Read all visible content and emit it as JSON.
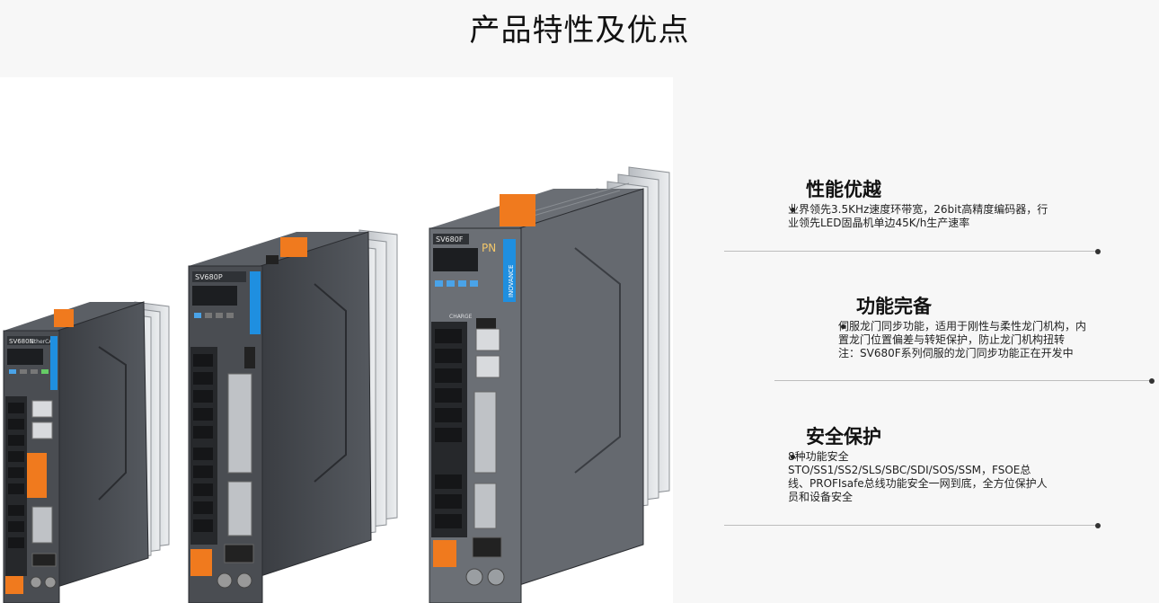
{
  "page": {
    "title": "产品特性及优点"
  },
  "product_labels": {
    "small_brand": "SV680N",
    "small_model": "EtherCAT",
    "mid_brand": "SV680P",
    "large_brand": "SV680F",
    "large_protocol": "PN",
    "vendor": "INOVANCE",
    "charge": "CHARGE"
  },
  "features": [
    {
      "title": "性能优越",
      "bullets": [
        "业界领先3.5KHz速度环带宽，26bit高精度编码器，行\n业领先LED固晶机单边45K/h生产速率"
      ]
    },
    {
      "title": "功能完备",
      "bullets": [
        "伺服龙门同步功能，适用于刚性与柔性龙门机构，内\n置龙门位置偏差与转矩保护，防止龙门机构扭转\n注：SV680F系列伺服的龙门同步功能正在开发中"
      ]
    },
    {
      "title": "安全保护",
      "bullets": [
        "8种功能安全\nSTO/SS1/SS2/SLS/SBC/SDI/SOS/SSM，FSOE总\n线、PROFIsafe总线功能安全一网到底，全方位保护人\n员和设备安全"
      ]
    }
  ],
  "colors": {
    "background": "#f7f7f7",
    "drive_body": "#4a4d52",
    "drive_dark": "#2f3236",
    "accent_blue": "#1f8fe0",
    "terminal_orange": "#f07a1e",
    "heatsink": "#c9ccd0"
  }
}
